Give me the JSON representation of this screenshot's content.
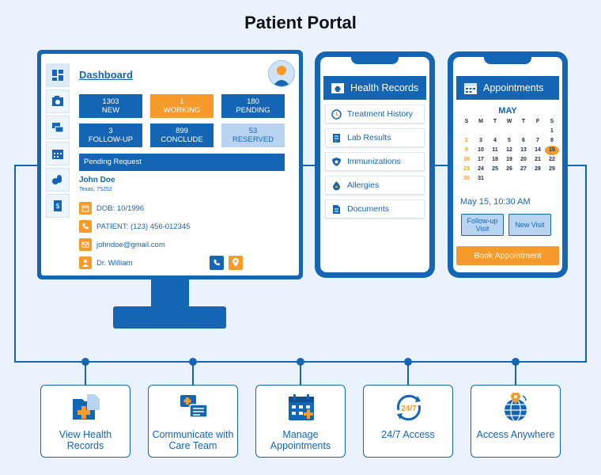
{
  "page": {
    "title": "Patient Portal"
  },
  "colors": {
    "primary": "#1565b5",
    "accent": "#f59a2b",
    "light": "#b8d4f0",
    "background": "#eaf3fd"
  },
  "dashboard": {
    "title": "Dashboard",
    "sidebar_icons": [
      "dashboard-icon",
      "patient-file-icon",
      "chat-icon",
      "calendar-icon",
      "pills-icon",
      "bill-icon"
    ],
    "tiles": [
      {
        "value": "1303",
        "label": "NEW"
      },
      {
        "value": "1",
        "label": "WORKING"
      },
      {
        "value": "180",
        "label": "PENDING"
      },
      {
        "value": "3",
        "label": "FOLLOW-UP"
      },
      {
        "value": "899",
        "label": "CONCLUDE"
      },
      {
        "value": "53",
        "label": "RESERVED"
      }
    ],
    "pending_title": "Pending Request",
    "patient": {
      "name": "John Doe",
      "address": "Texas, 75252",
      "dob_label": "DOB:",
      "dob": "10/1996",
      "phone_label": "PATIENT:",
      "phone": "(123) 456-012345",
      "email": "johndoe@gmail.com",
      "doctor": "Dr. William"
    }
  },
  "health_records": {
    "title": "Health Records",
    "items": [
      "Treatment History",
      "Lab Results",
      "Immunizations",
      "Allergies",
      "Documents"
    ]
  },
  "appointments": {
    "title": "Appointments",
    "month": "MAY",
    "weekdays": [
      "S",
      "M",
      "T",
      "W",
      "T",
      "F",
      "S"
    ],
    "weeks": [
      [
        "",
        "",
        "",
        "",
        "",
        "",
        "1"
      ],
      [
        "2",
        "3",
        "4",
        "5",
        "6",
        "7",
        "8"
      ],
      [
        "9",
        "10",
        "11",
        "12",
        "13",
        "14",
        "15"
      ],
      [
        "16",
        "17",
        "18",
        "19",
        "20",
        "21",
        "22"
      ],
      [
        "23",
        "24",
        "25",
        "26",
        "27",
        "28",
        "29"
      ],
      [
        "30",
        "31",
        "",
        "",
        "",
        "",
        ""
      ]
    ],
    "selected_day": "15",
    "time": "May 15, 10:30 AM",
    "followup_btn": "Follow-up Visit",
    "newvisit_btn": "New Visit",
    "book_btn": "Book Appointment"
  },
  "features": [
    {
      "label": "View Health Records",
      "icon": "folder-plus-icon"
    },
    {
      "label": "Communicate with Care Team",
      "icon": "chat-bubbles-icon"
    },
    {
      "label": "Manage Appointments",
      "icon": "calendar-icon"
    },
    {
      "label": "24/7 Access",
      "icon": "clock-24-7-icon"
    },
    {
      "label": "Access Anywhere",
      "icon": "globe-pin-icon"
    }
  ]
}
